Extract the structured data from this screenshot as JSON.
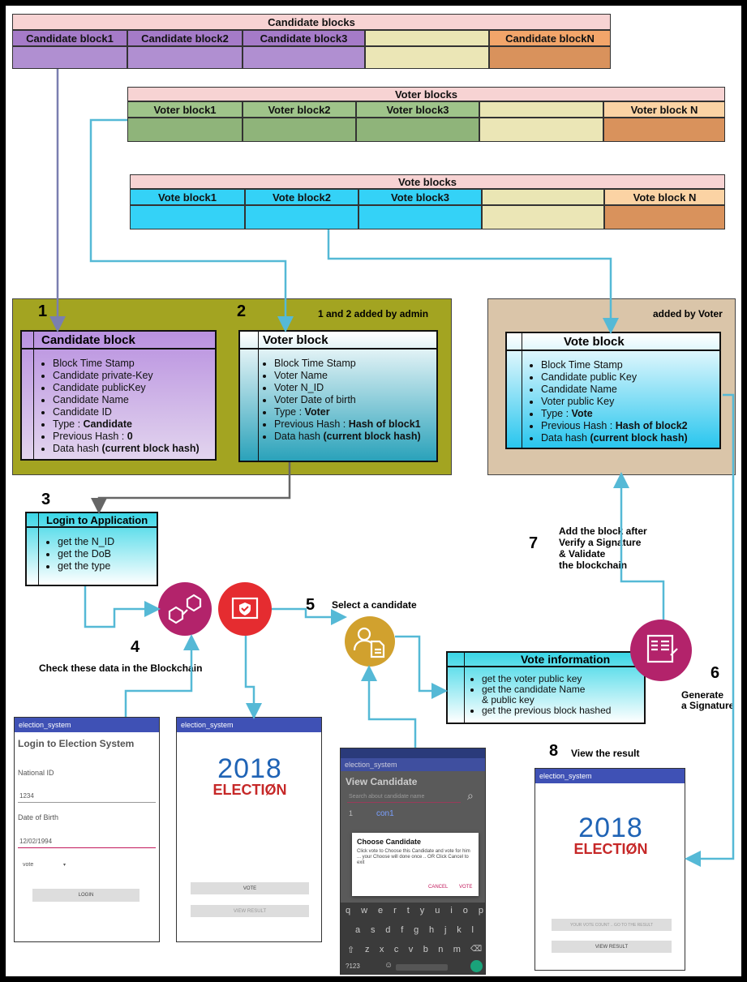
{
  "candidate_blocks": {
    "title": "Candidate blocks",
    "headers": [
      "Candidate block1",
      "Candidate block2",
      "Candidate block3",
      "",
      "Candidate blockN"
    ]
  },
  "voter_blocks": {
    "title": "Voter blocks",
    "headers": [
      "Voter block1",
      "Voter block2",
      "Voter block3",
      "",
      "Voter block N"
    ]
  },
  "vote_blocks": {
    "title": "Vote blocks",
    "headers": [
      "Vote block1",
      "Vote block2",
      "Vote block3",
      "",
      "Vote block N"
    ]
  },
  "admin_panel": {
    "note": "1 and 2 added by admin",
    "step1": "1",
    "step2": "2"
  },
  "voter_panel": {
    "note": "added by Voter"
  },
  "candidate_card": {
    "title": "Candidate block",
    "items": [
      "Block Time Stamp",
      "Candidate private-Key",
      "Candidate publicKey",
      "Candidate Name",
      "Candidate ID"
    ],
    "type_label": "Type : ",
    "type_value": "Candidate",
    "prev_label": "Previous Hash : ",
    "prev_value": "0",
    "data_label": "Data hash ",
    "data_value": "(current block hash)"
  },
  "voter_card": {
    "title": "Voter block",
    "items": [
      "Block Time Stamp",
      "Voter Name",
      "Voter N_ID",
      "Voter Date of birth"
    ],
    "type_label": "Type : ",
    "type_value": "Voter",
    "prev_label": "Previous Hash : ",
    "prev_value": "Hash of block1",
    "data_label": "Data hash ",
    "data_value": "(current block hash)"
  },
  "vote_card": {
    "title": "Vote block",
    "items": [
      "Block Time Stamp",
      "Candidate public Key",
      "Candidate Name",
      "Voter public Key"
    ],
    "type_label": "Type : ",
    "type_value": "Vote",
    "prev_label": "Previous Hash : ",
    "prev_value": "Hash of block2",
    "data_label": "Data hash ",
    "data_value": "(current block hash)"
  },
  "login_card": {
    "step": "3",
    "title": "Login to Application",
    "items": [
      "get the N_ID",
      "get the DoB",
      "get the type"
    ]
  },
  "step4": {
    "num": "4",
    "label": "Check these data in the Blockchain"
  },
  "step5": {
    "num": "5",
    "label": "Select a candidate"
  },
  "step6": {
    "num": "6",
    "label": "Generate\na Signature"
  },
  "step7": {
    "num": "7",
    "label": "Add the block after\nVerify a Signature\n& Validate\nthe blockchain"
  },
  "step8": {
    "num": "8",
    "label": "View the result"
  },
  "vote_info_card": {
    "title": "Vote information",
    "items": [
      "get the voter public key",
      "get the candidate Name\n& public key",
      "get the previous block hashed"
    ]
  },
  "phone_login": {
    "app": "election_system",
    "heading": "Login to Election System",
    "nid_label": "National ID",
    "nid_value": "1234",
    "dob_label": "Date of Birth",
    "dob_value": "12/02/1994",
    "type_value": "vote",
    "button": "LOGIN"
  },
  "phone_vote": {
    "app": "election_system",
    "year": "2018",
    "word": "ELECTIØN",
    "vote_btn": "VOTE",
    "result_btn": "VIEW RESULT"
  },
  "phone_candidate": {
    "app": "election_system",
    "heading": "View Candidate",
    "search_placeholder": "Search about candidate name",
    "row_num": "1",
    "row_name": "con1",
    "dialog_title": "Choose Candidate",
    "dialog_text": "Click vote to Choose this Candidate and vote for him ... your Choose will done once .. OR Click Cancel to exit",
    "cancel": "CANCEL",
    "vote": "VOTE",
    "keys_row1": [
      "q",
      "w",
      "e",
      "r",
      "t",
      "y",
      "u",
      "i",
      "o",
      "p"
    ],
    "keys_row2": [
      "a",
      "s",
      "d",
      "f",
      "g",
      "h",
      "j",
      "k",
      "l"
    ],
    "keys_row3": [
      "z",
      "x",
      "c",
      "v",
      "b",
      "n",
      "m"
    ],
    "keys_bottom": "?123"
  },
  "phone_result": {
    "app": "election_system",
    "year": "2018",
    "word": "ELECTIØN",
    "count_btn": "YOUR VOTE COUNT .. GO TO THE RESULT",
    "result_btn": "VIEW RESULT"
  }
}
